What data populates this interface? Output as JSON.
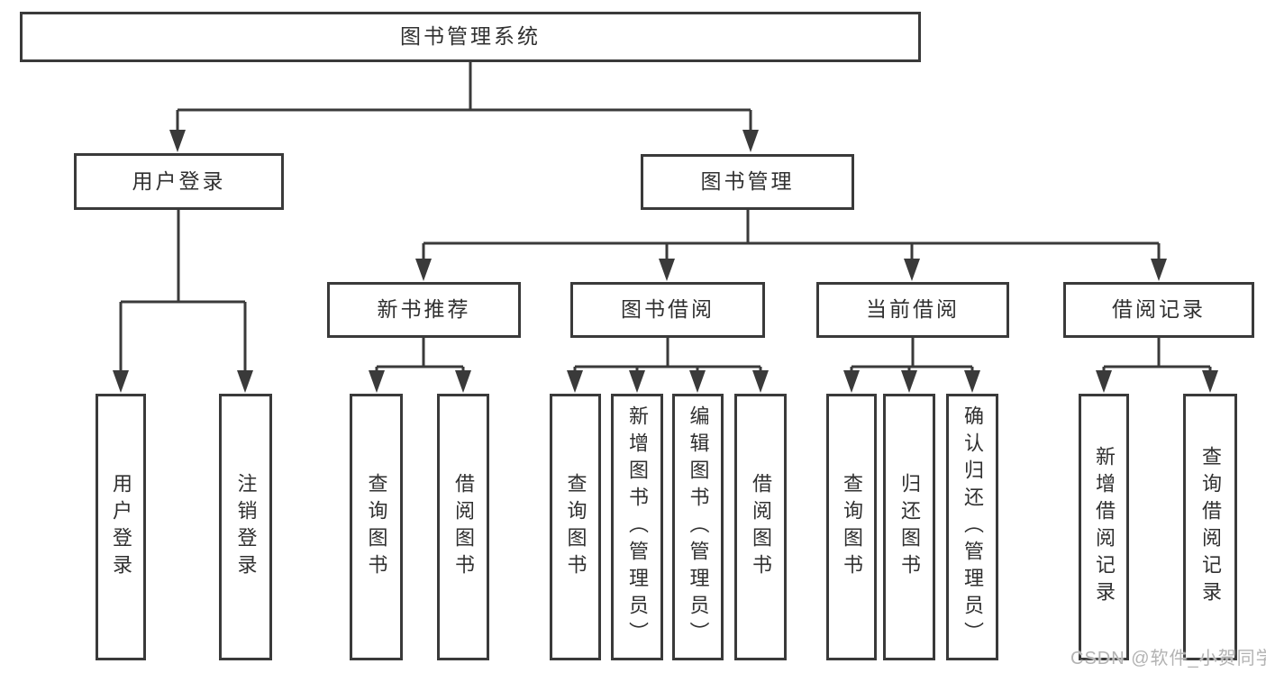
{
  "colors": {
    "line": "#3a3a3a",
    "text": "#303030",
    "watermark": "#b3b3b3",
    "background": "#ffffff"
  },
  "watermark": "CSDN @软件_小贺同学",
  "diagram": {
    "root": {
      "label": "图书管理系统"
    },
    "user_login": {
      "label": "用户登录",
      "children": {
        "login": {
          "label": "用户登录"
        },
        "logout": {
          "label": "注销登录"
        }
      }
    },
    "book_mgmt": {
      "label": "图书管理",
      "children": {
        "new_book_rec": {
          "label": "新书推荐",
          "children": {
            "query_book": {
              "label": "查询图书"
            },
            "borrow_book": {
              "label": "借阅图书"
            }
          }
        },
        "book_borrow": {
          "label": "图书借阅",
          "children": {
            "query_book": {
              "label": "查询图书"
            },
            "add_book": {
              "label": "新增图书（管理员）"
            },
            "edit_book": {
              "label": "编辑图书（管理员）"
            },
            "borrow_book": {
              "label": "借阅图书"
            }
          }
        },
        "current_borrow": {
          "label": "当前借阅",
          "children": {
            "query_book": {
              "label": "查询图书"
            },
            "return_book": {
              "label": "归还图书"
            },
            "confirm_return": {
              "label": "确认归还（管理员）"
            }
          }
        },
        "borrow_records": {
          "label": "借阅记录",
          "children": {
            "add_record": {
              "label": "新增借阅记录"
            },
            "query_record": {
              "label": "查询借阅记录"
            }
          }
        }
      }
    }
  }
}
